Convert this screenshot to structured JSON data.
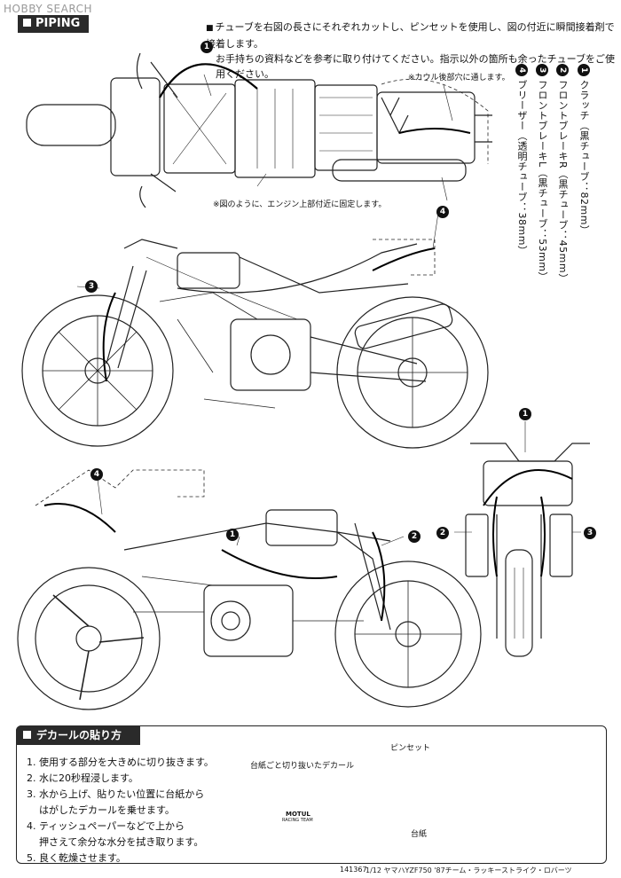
{
  "watermark": "HOBBY SEARCH",
  "section_piping": {
    "title": "PIPING"
  },
  "instructions": [
    "チューブを右図の長さにそれぞれカットし、ピンセットを使用し、図の付近に瞬間接着剤で接着します。",
    "お手持ちの資料などを参考に取り付けてください。指示以外の箇所も余ったチューブをご使用ください。"
  ],
  "tube_list": [
    {
      "num": "1",
      "text": "クラッチ（黒チューブ：82mm）"
    },
    {
      "num": "2",
      "text": "フロントブレーキR（黒チューブ：45mm）"
    },
    {
      "num": "3",
      "text": "フロントブレーキL（黒チューブ：53mm）"
    },
    {
      "num": "4",
      "text": "ブリーザー（透明チューブ：38mm）"
    }
  ],
  "notes": {
    "cowl": "※カウル後部穴に通します。",
    "engine": "※図のように、エンジン上部付近に固定します。"
  },
  "callouts": {
    "c1": "1",
    "c2": "2",
    "c3": "3",
    "c4": "4"
  },
  "section_decal": {
    "title": "デカールの貼り方"
  },
  "decal_steps": [
    "1. 使用する部分を大きめに切り抜きます。",
    "2. 水に20秒程浸します。",
    "3. 水から上げ、貼りたい位置に台紙から",
    "    はがしたデカールを乗せます。",
    "4. ティッシュペーパーなどで上から",
    "    押さえて余分な水分を拭き取ります。",
    "5. 良く乾燥させます。"
  ],
  "decal_labels": {
    "cut": "台紙ごと切り抜いたデカール",
    "tweezers": "ピンセット",
    "backing": "台紙",
    "brand": "MOTUL",
    "team": "RACING TEAM"
  },
  "footer": {
    "code": "141367",
    "title": "1/12 ヤマハYZF750 '87チーム・ラッキーストライク・ロバーツ"
  }
}
